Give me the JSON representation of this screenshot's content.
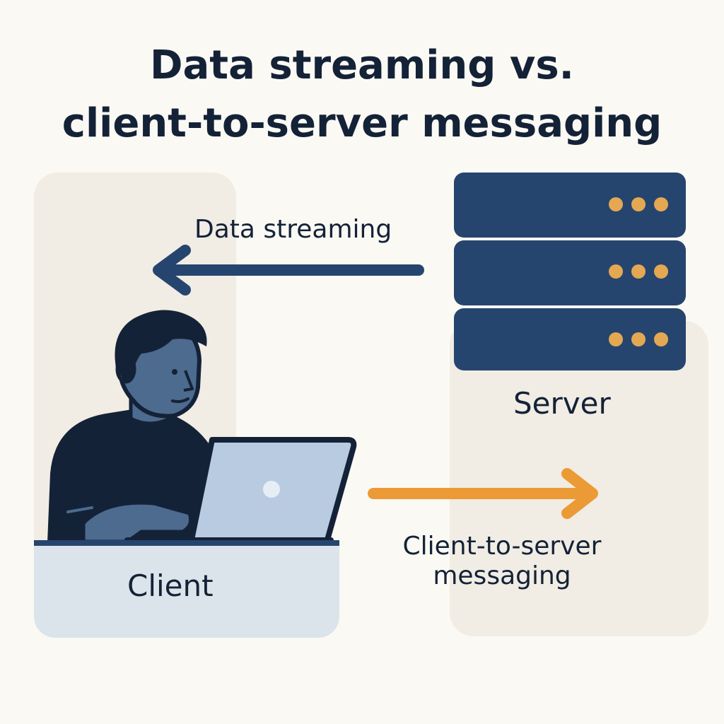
{
  "title": {
    "line1": "Data streaming vs.",
    "line2": "client-to-server messaging"
  },
  "labels": {
    "data_streaming": "Data streaming",
    "server": "Server",
    "client": "Client",
    "client_to_server_line1": "Client-to-server",
    "client_to_server_line2": "messaging"
  },
  "colors": {
    "background": "#fbf9f4",
    "panel": "#f1ece4",
    "navy": "#26456e",
    "dark_navy": "#142237",
    "skin": "#4d6a8f",
    "laptop_screen": "#b8cbe0",
    "orange": "#ec9a35",
    "indicator": "#e4a853",
    "client_base": "#dbe4ea"
  },
  "icons": {
    "server": "server-rack-icon",
    "person": "person-at-laptop-icon",
    "arrow_left": "arrow-left-icon",
    "arrow_right": "arrow-right-icon"
  }
}
